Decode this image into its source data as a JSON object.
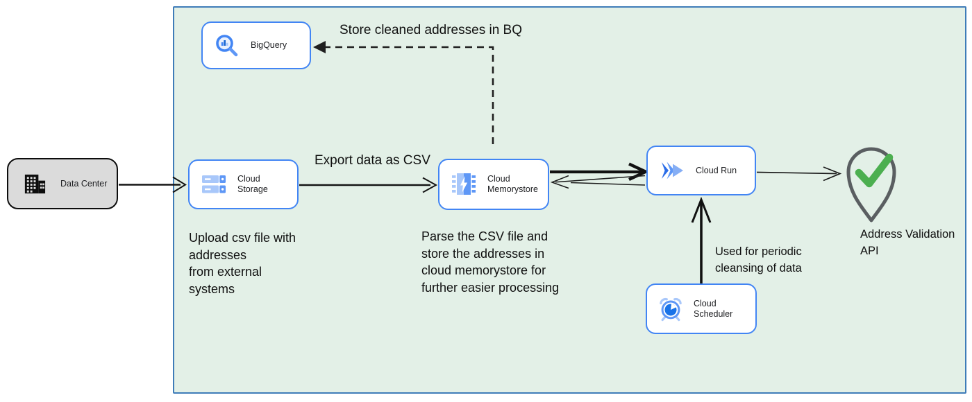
{
  "diagram": {
    "nodes": {
      "data_center": {
        "label": "Data Center"
      },
      "bigquery": {
        "label": "BigQuery"
      },
      "cloud_storage": {
        "label": "Cloud Storage"
      },
      "cloud_memorystore": {
        "label": "Cloud Memorystore"
      },
      "cloud_run": {
        "label": "Cloud Run"
      },
      "cloud_scheduler": {
        "label": "Cloud Scheduler"
      },
      "address_validation_api": {
        "label": "Address Validation\nAPI"
      }
    },
    "annotations": {
      "store_bq": "Store cleaned addresses in BQ",
      "export_csv": "Export data as CSV",
      "upload": "Upload csv file with\naddresses\nfrom external\nsystems",
      "parse": "Parse the CSV file and\nstore the addresses in\ncloud  memorystore for\nfurther easier processing",
      "periodic": "Used for periodic\ncleansing of data"
    },
    "colors": {
      "boundary_fill": "#E3F0E7",
      "boundary_border": "#3E7CB8",
      "node_border": "#4285F4",
      "node_fill": "#FFFFFF",
      "data_center_fill": "#DBDBDB",
      "arrow": "#141414",
      "check_green": "#4CAF50",
      "pin_outline": "#5A5E61",
      "icon_blue": "#4285F4",
      "icon_blue_mid": "#5E97F6",
      "icon_blue_light": "#A8C7FA"
    },
    "icons": {
      "data_center": "building-icon",
      "bigquery": "bigquery-magnifier-icon",
      "cloud_storage": "cloud-storage-icon",
      "cloud_memorystore": "memorystore-chip-icon",
      "cloud_run": "cloud-run-icon",
      "cloud_scheduler": "scheduler-clock-icon",
      "address_validation_api": "map-pin-check-icon"
    }
  }
}
